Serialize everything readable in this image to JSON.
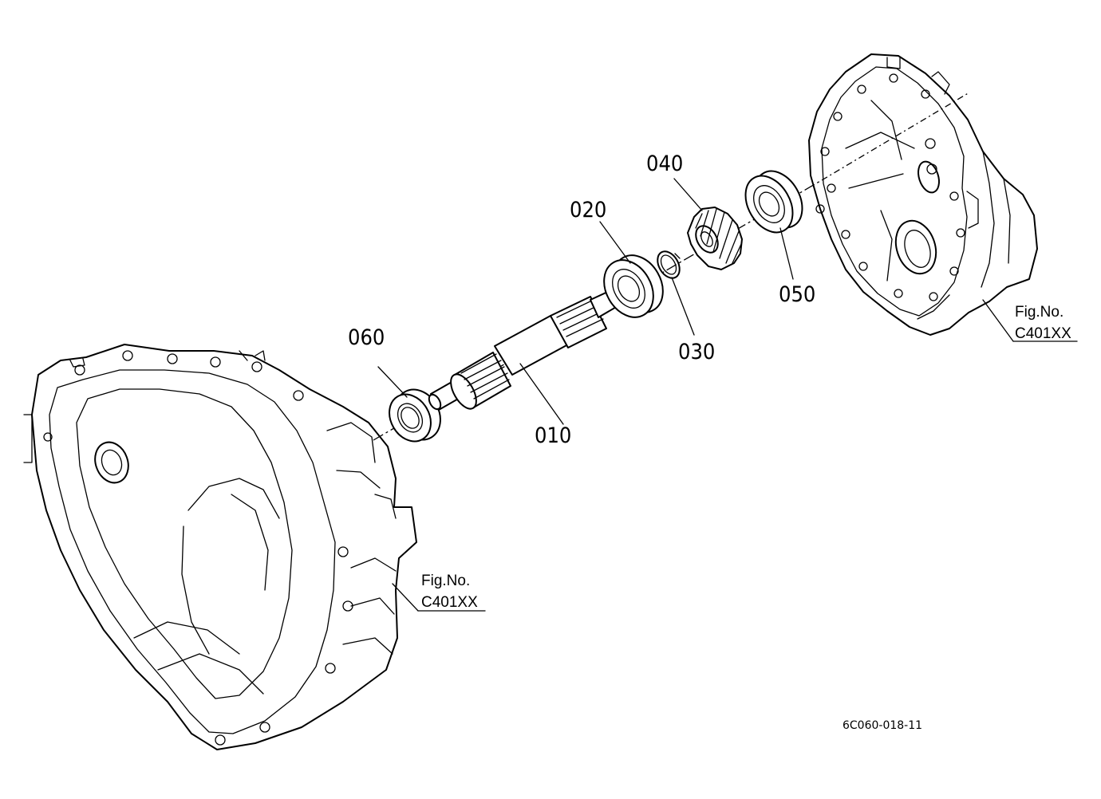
{
  "parts": {
    "p010": "010",
    "p020": "020",
    "p030": "030",
    "p040": "040",
    "p050": "050",
    "p060": "060"
  },
  "references": {
    "right": {
      "fig_label": "Fig.No.",
      "fig_code": "C401XX"
    },
    "left": {
      "fig_label": "Fig.No.",
      "fig_code": "C401XX"
    }
  },
  "diagram_code": "6C060-018-11"
}
